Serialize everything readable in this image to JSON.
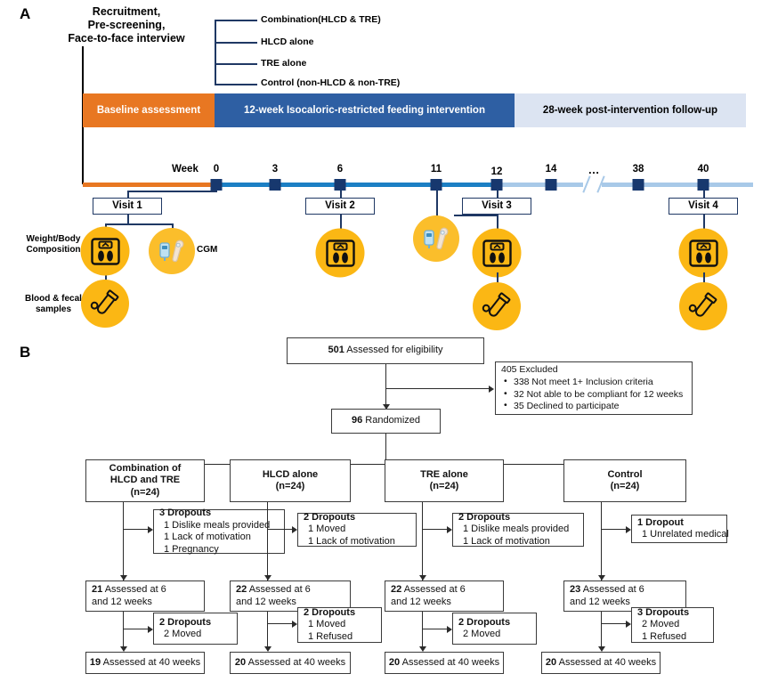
{
  "figure": {
    "panel_a_letter": "A",
    "panel_b_letter": "B"
  },
  "panel_a": {
    "recruitment_label": "Recruitment,\nPre-screening,\nFace-to-face interview",
    "arms": [
      {
        "label": "Combination(HLCD & TRE)"
      },
      {
        "label": "HLCD alone"
      },
      {
        "label": "TRE alone"
      },
      {
        "label": "Control (non-HLCD & non-TRE)"
      }
    ],
    "phases": [
      {
        "label": "Baseline assessment",
        "color": "#E87722"
      },
      {
        "label": "12-week Isocaloric-restricted feeding intervention",
        "color": "#2E5FA3"
      },
      {
        "label": "28-week post-intervention follow-up",
        "color": "#DCE4F2"
      }
    ],
    "week_axis_label": "Week",
    "week_ticks": [
      "0",
      "3",
      "6",
      "11",
      "12",
      "14",
      "38",
      "40"
    ],
    "axis_break_symbol": "…",
    "visits": [
      {
        "label": "Visit 1"
      },
      {
        "label": "Visit 2"
      },
      {
        "label": "Visit 3"
      },
      {
        "label": "Visit 4"
      }
    ],
    "measure_labels": {
      "weight": "Weight/Body\nComposition",
      "blood": "Blood & fecal\nsamples",
      "cgm": "CGM"
    }
  },
  "panel_b": {
    "assessed": {
      "count": "501",
      "text": "Assessed for eligibility"
    },
    "excluded": {
      "heading": "405 Excluded",
      "items": [
        "338 Not meet 1+ Inclusion criteria",
        "32 Not able to be compliant for 12 weeks",
        "35 Declined to participate"
      ]
    },
    "randomized": {
      "count": "96",
      "text": "Randomized"
    },
    "arms": [
      {
        "name_lines": [
          "Combination of",
          "HLCD and TRE",
          "(n=24)"
        ],
        "dropout1": {
          "heading": "3 Dropouts",
          "items": [
            "1 Dislike meals provided",
            "1 Lack of motivation",
            "1 Pregnancy"
          ]
        },
        "mid": {
          "count": "21",
          "lines": [
            "Assessed at 6",
            "and 12 weeks"
          ]
        },
        "dropout2": {
          "heading": "2 Dropouts",
          "items": [
            "2 Moved"
          ]
        },
        "end": {
          "count": "19",
          "text": "Assessed at 40 weeks"
        }
      },
      {
        "name_lines": [
          "HLCD alone",
          "(n=24)"
        ],
        "dropout1": {
          "heading": "2 Dropouts",
          "items": [
            "1 Moved",
            "1 Lack of motivation"
          ]
        },
        "mid": {
          "count": "22",
          "lines": [
            "Assessed at 6",
            "and 12 weeks"
          ]
        },
        "dropout2": {
          "heading": "2 Dropouts",
          "items": [
            "1 Moved",
            "1 Refused"
          ]
        },
        "end": {
          "count": "20",
          "text": "Assessed at 40 weeks"
        }
      },
      {
        "name_lines": [
          "TRE alone",
          "(n=24)"
        ],
        "dropout1": {
          "heading": "2 Dropouts",
          "items": [
            "1 Dislike meals provided",
            "1 Lack of motivation"
          ]
        },
        "mid": {
          "count": "22",
          "lines": [
            "Assessed at 6",
            "and 12  weeks"
          ]
        },
        "dropout2": {
          "heading": "2 Dropouts",
          "items": [
            "2 Moved"
          ]
        },
        "end": {
          "count": "20",
          "text": "Assessed at 40 weeks"
        }
      },
      {
        "name_lines": [
          "Control",
          "(n=24)"
        ],
        "dropout1": {
          "heading": "1 Dropout",
          "items": [
            "1 Unrelated medical"
          ]
        },
        "mid": {
          "count": "23",
          "lines": [
            "Assessed at 6",
            "and 12 weeks"
          ]
        },
        "dropout2": {
          "heading": "3 Dropouts",
          "items": [
            "2 Moved",
            "1 Refused"
          ]
        },
        "end": {
          "count": "20",
          "text": "Assessed at 40 weeks"
        }
      }
    ]
  },
  "colors": {
    "orange": "#E87722",
    "navy": "#1F3864",
    "blue": "#2E5FA3",
    "light_blue": "#A8C9E8",
    "pale_blue": "#DCE4F2",
    "timeline_blue": "#1C7FC4",
    "marker": "#17386E",
    "icon_yellow": "#FBB714"
  }
}
